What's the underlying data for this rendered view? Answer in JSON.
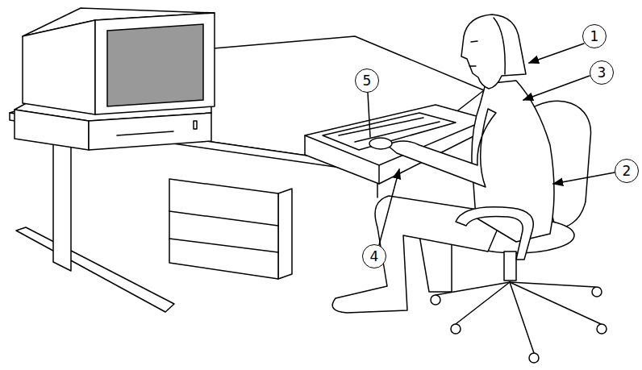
{
  "diagram": {
    "labels": [
      "1",
      "3",
      "5",
      "2",
      "4"
    ]
  }
}
